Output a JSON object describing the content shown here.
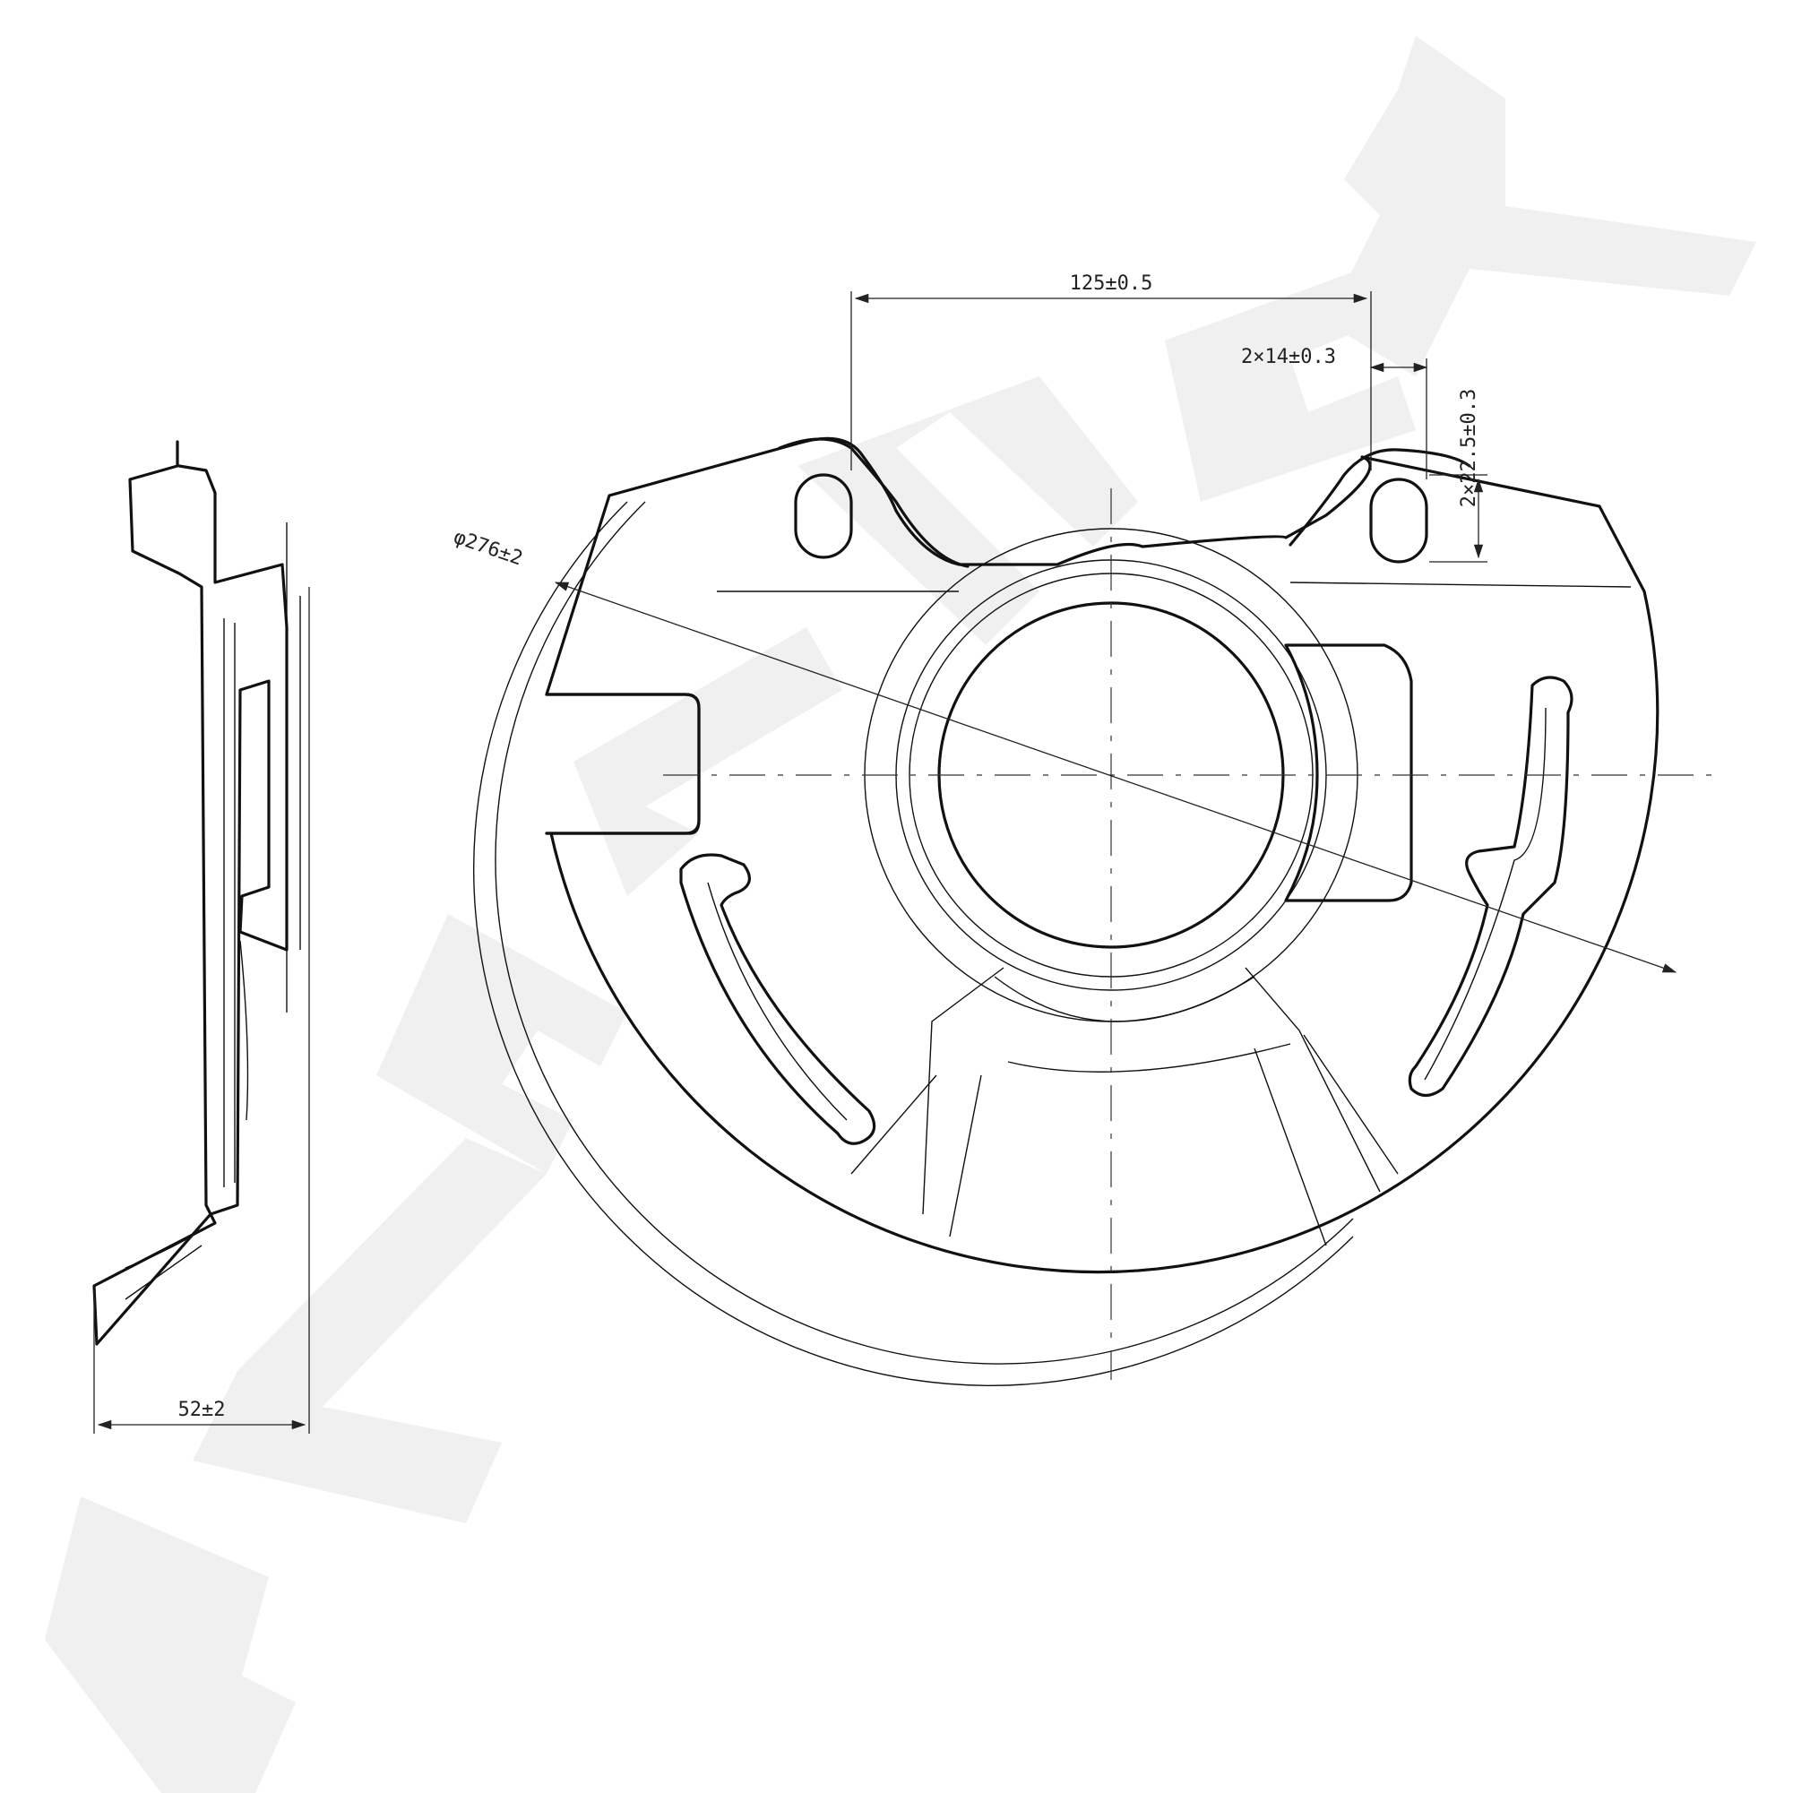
{
  "watermark": {
    "text": "ZENTEK",
    "color": "#f0f0f0"
  },
  "dimensions": {
    "mount_spacing": "125±0.5",
    "slot_width": "2×14±0.3",
    "slot_height": "2×22.5±0.3",
    "diameter": "φ276±2",
    "depth": "52±2"
  },
  "views": [
    "side-view",
    "front-view"
  ]
}
